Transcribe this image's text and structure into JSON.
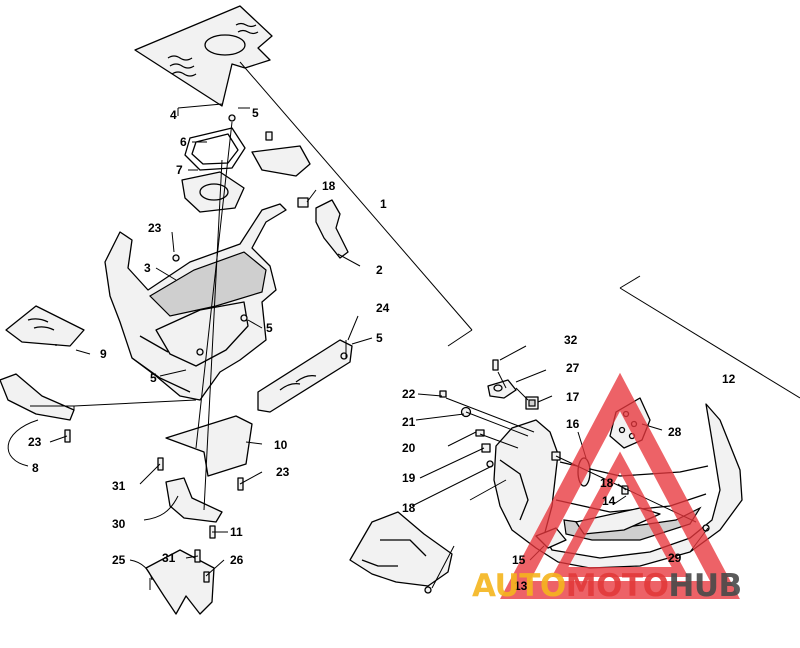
{
  "callouts": [
    {
      "id": "c1",
      "label": "1"
    },
    {
      "id": "c2",
      "label": "2"
    },
    {
      "id": "c3",
      "label": "3"
    },
    {
      "id": "c4",
      "label": "4"
    },
    {
      "id": "c5a",
      "label": "5"
    },
    {
      "id": "c5b",
      "label": "5"
    },
    {
      "id": "c5c",
      "label": "5"
    },
    {
      "id": "c5d",
      "label": "5"
    },
    {
      "id": "c6",
      "label": "6"
    },
    {
      "id": "c7",
      "label": "7"
    },
    {
      "id": "c8",
      "label": "8"
    },
    {
      "id": "c9",
      "label": "9"
    },
    {
      "id": "c10",
      "label": "10"
    },
    {
      "id": "c11",
      "label": "11"
    },
    {
      "id": "c12",
      "label": "12"
    },
    {
      "id": "c13",
      "label": "13"
    },
    {
      "id": "c14",
      "label": "14"
    },
    {
      "id": "c15",
      "label": "15"
    },
    {
      "id": "c16",
      "label": "16"
    },
    {
      "id": "c17",
      "label": "17"
    },
    {
      "id": "c18a",
      "label": "18"
    },
    {
      "id": "c18b",
      "label": "18"
    },
    {
      "id": "c18c",
      "label": "18"
    },
    {
      "id": "c19",
      "label": "19"
    },
    {
      "id": "c20",
      "label": "20"
    },
    {
      "id": "c21",
      "label": "21"
    },
    {
      "id": "c22",
      "label": "22"
    },
    {
      "id": "c23a",
      "label": "23"
    },
    {
      "id": "c23b",
      "label": "23"
    },
    {
      "id": "c23c",
      "label": "23"
    },
    {
      "id": "c24",
      "label": "24"
    },
    {
      "id": "c25",
      "label": "25"
    },
    {
      "id": "c26",
      "label": "26"
    },
    {
      "id": "c27",
      "label": "27"
    },
    {
      "id": "c28",
      "label": "28"
    },
    {
      "id": "c29",
      "label": "29"
    },
    {
      "id": "c30",
      "label": "30"
    },
    {
      "id": "c31a",
      "label": "31"
    },
    {
      "id": "c31b",
      "label": "31"
    },
    {
      "id": "c32",
      "label": "32"
    }
  ],
  "watermark": {
    "part_auto": "AUTO",
    "part_moto": "MOTO",
    "part_hub": "HUB",
    "color_auto": "#f5b51e",
    "color_moto": "#e23a3a",
    "color_hub": "#4a4a4a",
    "triangle_color": "#e8373d"
  }
}
